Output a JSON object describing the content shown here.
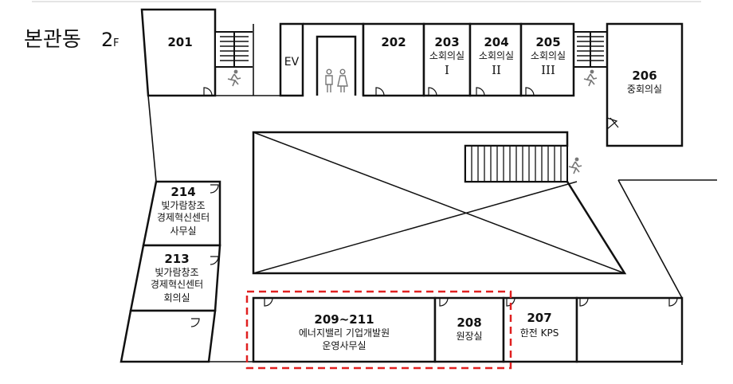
{
  "building": {
    "name": "본관동",
    "floor_number": "2",
    "floor_suffix": "F"
  },
  "rooms": {
    "r201": {
      "number": "201"
    },
    "ev": {
      "label": "EV"
    },
    "r202": {
      "number": "202"
    },
    "r203": {
      "number": "203",
      "name": "소회의실",
      "roman": "I"
    },
    "r204": {
      "number": "204",
      "name": "소회의실",
      "roman": "II"
    },
    "r205": {
      "number": "205",
      "name": "소회의실",
      "roman": "III"
    },
    "r206": {
      "number": "206",
      "name": "중회의실"
    },
    "r214": {
      "number": "214",
      "line1": "빛가람창조",
      "line2": "경제혁신센터",
      "line3": "사무실"
    },
    "r213": {
      "number": "213",
      "line1": "빛가람창조",
      "line2": "경제혁신센터",
      "line3": "회의실"
    },
    "r209": {
      "number": "209~211",
      "line1": "에너지밸리 기업개발원",
      "line2": "운영사무실"
    },
    "r208": {
      "number": "208",
      "name": "원장실"
    },
    "r207": {
      "number": "207",
      "name": "한전 KPS"
    }
  },
  "highlight": {
    "color": "#e02020"
  },
  "icons": [
    "stairs-icon",
    "emergency-exit-icon",
    "restroom-icon",
    "door-swing-icon"
  ]
}
